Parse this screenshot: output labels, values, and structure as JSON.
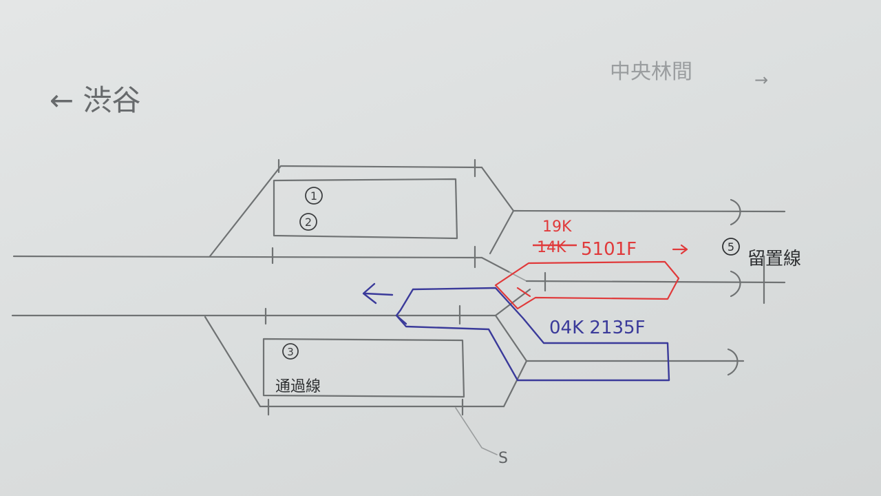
{
  "labels": {
    "left_direction": "← 渋谷",
    "right_direction": "中央林間",
    "right_arrow": "→",
    "track_1": "1",
    "track_2": "2",
    "track_3": "3",
    "track_5": "5",
    "siding_label": "留置線",
    "passing_label": "通過線",
    "red_run_new": "19K",
    "red_run_old": "14K",
    "red_train": "5101F",
    "red_arrow": "→",
    "blue_train": "04K 2135F",
    "blue_arrow": "←",
    "s_mark": "S"
  },
  "colors": {
    "pencil": "#6f7273",
    "red": "#e0393a",
    "blue": "#3a3a9a"
  }
}
